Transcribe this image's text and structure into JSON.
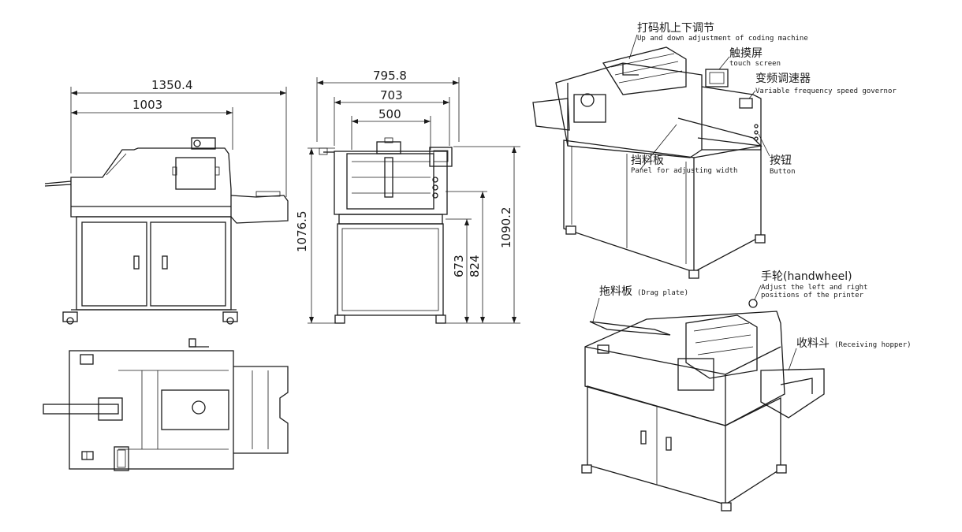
{
  "dimensions": {
    "side_total_length": "1350.4",
    "side_body_length": "1003",
    "front_total_width": "795.8",
    "front_mid_width": "703",
    "front_inner_width": "500",
    "front_height_left": "1076.5",
    "front_height_right": "1090.2",
    "front_table_height": "673",
    "front_mid_height": "824"
  },
  "callouts": [
    {
      "cn": "打码机上下调节",
      "en": "Up and down adjustment of coding machine"
    },
    {
      "cn": "触摸屏",
      "en": "touch screen"
    },
    {
      "cn": "变频调速器",
      "en": "Variable frequency speed governor"
    },
    {
      "cn": "挡料板",
      "en": "Panel for adjusting width"
    },
    {
      "cn": "按钮",
      "en": "Button"
    },
    {
      "cn": "手轮(handwheel)",
      "en_line1": "Adjust the left and right",
      "en_line2": "positions of the printer"
    },
    {
      "cn": "拖料板",
      "en": "(Drag plate)"
    },
    {
      "cn": "收料斗",
      "en": "(Receiving hopper)"
    }
  ]
}
